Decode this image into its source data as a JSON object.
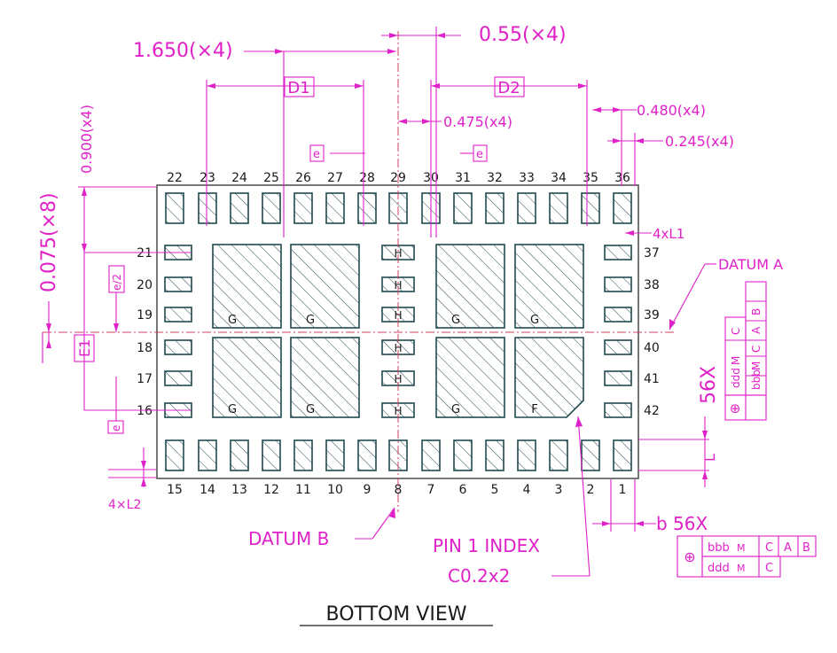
{
  "view_title": "BOTTOM VIEW",
  "top_pins": [
    "22",
    "23",
    "24",
    "25",
    "26",
    "27",
    "28",
    "29",
    "30",
    "31",
    "32",
    "33",
    "34",
    "35",
    "36"
  ],
  "bottom_pins": [
    "15",
    "14",
    "13",
    "12",
    "11",
    "10",
    "9",
    "8",
    "7",
    "6",
    "5",
    "4",
    "3",
    "2",
    "1"
  ],
  "left_pins": [
    "21",
    "20",
    "19",
    "18",
    "17",
    "16"
  ],
  "right_pins": [
    "37",
    "38",
    "39",
    "40",
    "41",
    "42"
  ],
  "pad_labels": {
    "g": "G",
    "h": "H",
    "f": "F"
  },
  "dimensions": {
    "d1": "D1",
    "d2": "D2",
    "e": "e",
    "e_half": "e/2",
    "e1": "E1",
    "pitch_1650": "1.650(×4)",
    "pitch_055": "0.55(×4)",
    "pitch_0475": "0.475(x4)",
    "pitch_0480": "0.480(x4)",
    "pitch_0245": "0.245(x4)",
    "l1": "4xL1",
    "l2": "4×L2",
    "vert_0900": "0.900(x4)",
    "vert_0075": "0.075(×8)",
    "count_56x": "56X",
    "l": "L",
    "b_56x": "b 56X"
  },
  "datums": {
    "a": "DATUM A",
    "b": "DATUM B"
  },
  "pin1_index": {
    "line1": "PIN 1 INDEX",
    "line2": "C0.2x2"
  },
  "tolerance": {
    "position_symbol": "⊕",
    "bbb": "bbb",
    "ddd": "ddd",
    "mmc": "M",
    "c": "C",
    "a": "A",
    "b": "B"
  },
  "colors": {
    "dimension": "#e020c8",
    "pad_outline": "#1f4a4f",
    "datum": "#d04060"
  }
}
